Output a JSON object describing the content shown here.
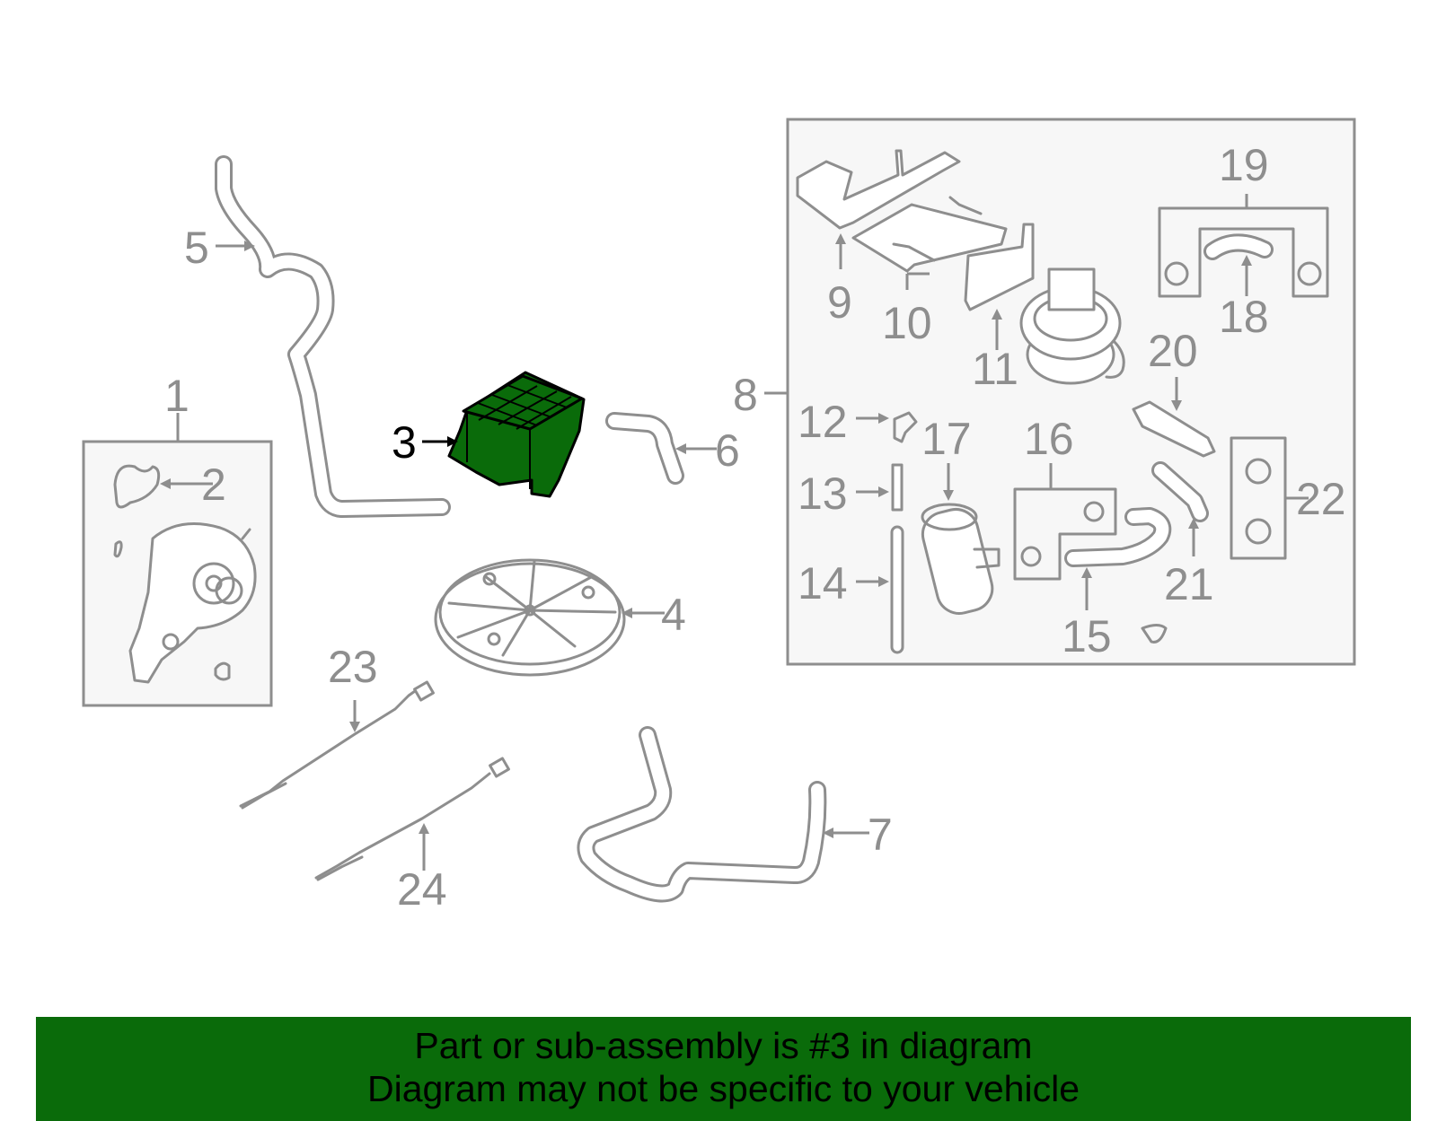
{
  "colors": {
    "line": "#8e8e8e",
    "highlight": "#0a6b0a",
    "footer_bg": "#0a6b0a"
  },
  "callouts": [
    "1",
    "2",
    "3",
    "4",
    "5",
    "6",
    "7",
    "8",
    "9",
    "10",
    "11",
    "12",
    "13",
    "14",
    "15",
    "16",
    "17",
    "18",
    "19",
    "20",
    "21",
    "22",
    "23",
    "24"
  ],
  "highlighted_part": "3",
  "footer": {
    "line1": "Part or sub-assembly is #3 in diagram",
    "line2": "Diagram may not be specific to your vehicle"
  }
}
